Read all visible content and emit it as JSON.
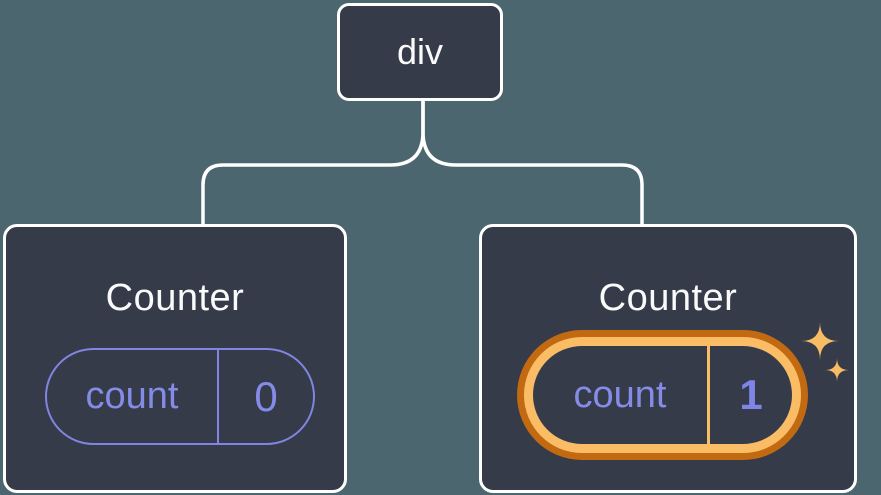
{
  "canvas": {
    "background_color": "#4c6670"
  },
  "root_node": {
    "label": "div"
  },
  "cards": [
    {
      "title": "Counter",
      "state": {
        "key": "count",
        "value": "0"
      },
      "highlighted": false
    },
    {
      "title": "Counter",
      "state": {
        "key": "count",
        "value": "1"
      },
      "highlighted": true
    }
  ],
  "icons": {
    "highlight": "sparkles-icon"
  },
  "colors": {
    "node_fill": "#353b48",
    "node_border": "#ffffff",
    "connector": "#ffffff",
    "state_accent": "#7f85e0",
    "state_text": "#858ce8",
    "highlight_ring_outer": "#c26a12",
    "highlight_ring_inner": "#fabd66",
    "sparkle": "#f8bd64",
    "title_text": "#fafafa"
  }
}
